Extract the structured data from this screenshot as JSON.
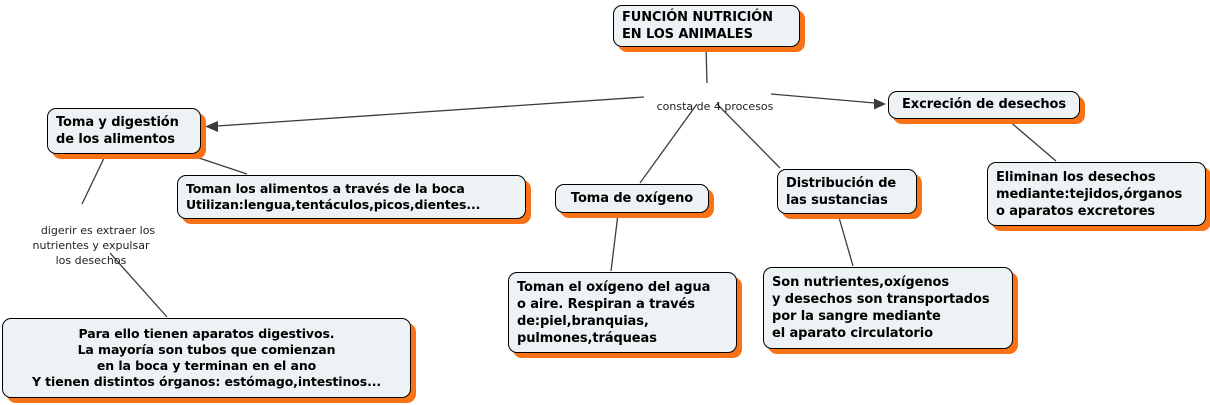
{
  "colors": {
    "background": "#ffffff",
    "node_fill": "#edf3f4",
    "node_border": "#000000",
    "node_shadow": "#f97316",
    "connector": "#3c3c3c",
    "text": "#000000"
  },
  "nodes": {
    "title": {
      "text": "FUNCIÓN NUTRICIÓN\nEN LOS ANIMALES"
    },
    "toma_digestion": {
      "text": "Toma y digestión\nde los alimentos"
    },
    "excrecion": {
      "text": "Excreción de desechos"
    },
    "toman_alimentos": {
      "text": "Toman los alimentos a través de la boca\nUtilizan:lengua,tentáculos,picos,dientes..."
    },
    "toma_oxigeno": {
      "text": "Toma de oxígeno"
    },
    "distribucion": {
      "text": "Distribución de\nlas sustancias"
    },
    "eliminan": {
      "text": "Eliminan los desechos\nmediante:tejidos,órganos\no aparatos excretores"
    },
    "para_ello": {
      "text": "Para ello tienen aparatos digestivos.\nLa mayoría son tubos que comienzan\nen la boca y terminan en el ano\nY tienen distintos órganos: estómago,intestinos..."
    },
    "toman_oxigeno_agua": {
      "text": "Toman el oxígeno del agua\no aire. Respiran a través\nde:piel,branquias,\npulmones,tráqueas"
    },
    "son_nutrientes": {
      "text": "Son nutrientes,oxígenos\ny desechos son transportados\npor la sangre mediante\nel aparato circulatorio"
    }
  },
  "link_labels": {
    "consta": {
      "text": "consta de 4 procesos"
    },
    "digerir": {
      "text": "digerir es extraer los\nnutrientes y expulsar\nlos desechos"
    }
  },
  "edges": [
    {
      "from": "title",
      "to": "consta",
      "arrow": false
    },
    {
      "from": "consta",
      "to": "toma_digestion",
      "arrow": true
    },
    {
      "from": "consta",
      "to": "excrecion",
      "arrow": true
    },
    {
      "from": "consta",
      "to": "toma_oxigeno",
      "arrow": false
    },
    {
      "from": "consta",
      "to": "distribucion",
      "arrow": false
    },
    {
      "from": "toma_digestion",
      "to": "toman_alimentos",
      "arrow": false
    },
    {
      "from": "toma_digestion",
      "to": "digerir",
      "arrow": false
    },
    {
      "from": "digerir",
      "to": "para_ello",
      "arrow": false
    },
    {
      "from": "toma_oxigeno",
      "to": "toman_oxigeno_agua",
      "arrow": false
    },
    {
      "from": "distribucion",
      "to": "son_nutrientes",
      "arrow": false
    },
    {
      "from": "excrecion",
      "to": "eliminan",
      "arrow": false
    }
  ]
}
